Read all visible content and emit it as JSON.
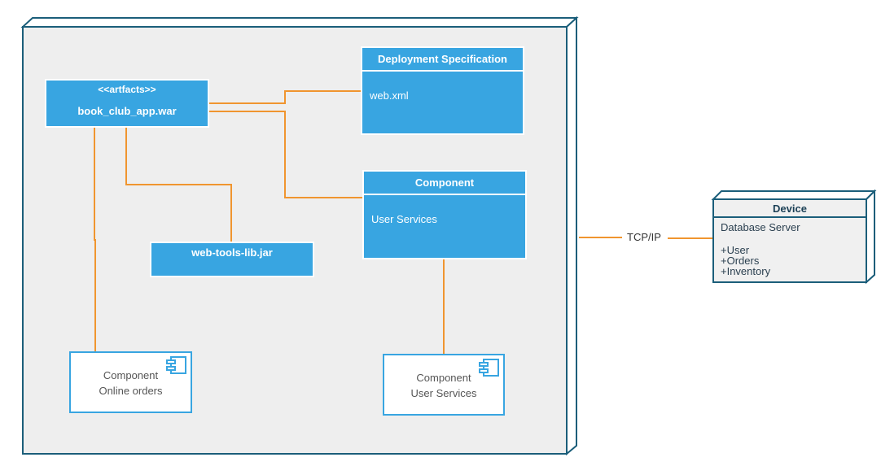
{
  "node": {},
  "artifact": {
    "stereotype": "<<artfacts>>",
    "name": "book_club_app.war"
  },
  "deployment_spec": {
    "title": "Deployment Specification",
    "body": "web.xml"
  },
  "component_main": {
    "title": "Component",
    "body": "User Services"
  },
  "web_tools_lib": {
    "name": "web-tools-lib.jar"
  },
  "comp_online": {
    "line1": "Component",
    "line2": "Online orders"
  },
  "comp_user": {
    "line1": "Component",
    "line2": "User Services"
  },
  "connector": {
    "label": "TCP/IP"
  },
  "device": {
    "title": "Device",
    "subtitle": "Database Server",
    "items": [
      "+User",
      "+Orders",
      "+Inventory"
    ]
  },
  "colors": {
    "box": "#38a5e1",
    "line": "#f0952f",
    "node_border": "#1b5e7a",
    "node_fill": "#eeeeee"
  }
}
